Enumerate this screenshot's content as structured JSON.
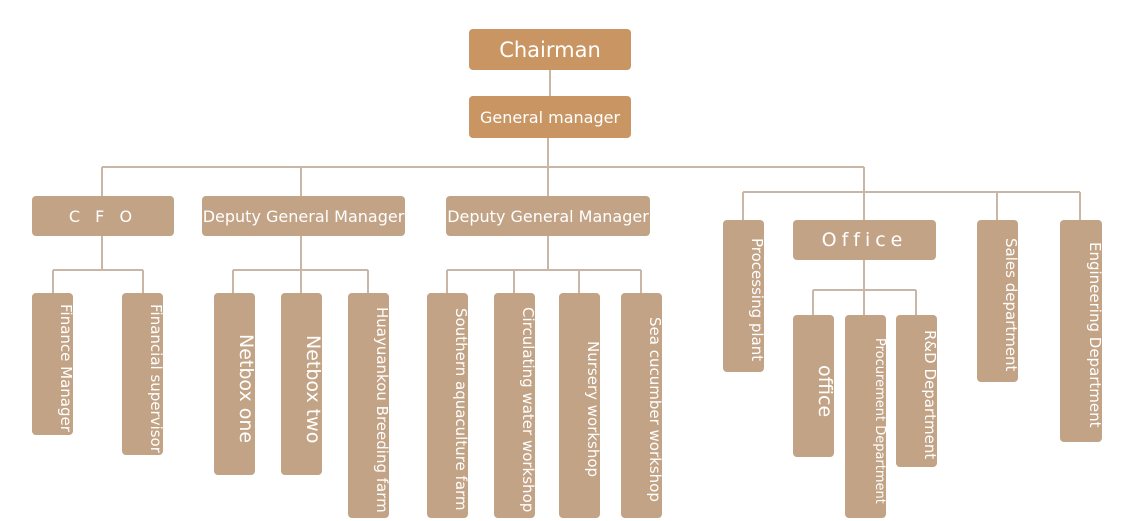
{
  "colors": {
    "top": "#c99663",
    "node": "#c2a386",
    "line": "#c9b6a6"
  },
  "chart": {
    "chairman": "Chairman",
    "general_manager": "General manager",
    "cfo": "C F O",
    "finance_manager": "Finance Manager",
    "financial_supervisor": "Financial supervisor",
    "deputy_gm_1": "Deputy General Manager",
    "netbox_one": "Netbox one",
    "netbox_two": "Netbox two",
    "huayuankou": "Huayuankou Breeding farm",
    "deputy_gm_2": "Deputy General Manager",
    "southern_aquaculture": "Southern aquaculture farm",
    "circulating_water": "Circulating water workshop",
    "nursery": "Nursery workshop",
    "sea_cucumber": "Sea cucumber workshop",
    "processing_plant": "Processing plant",
    "office_dept": "Office",
    "office_sub": "office",
    "procurement": "Procurement Department",
    "rd": "R&D Department",
    "sales": "Sales department",
    "engineering": "Engineering Department"
  }
}
